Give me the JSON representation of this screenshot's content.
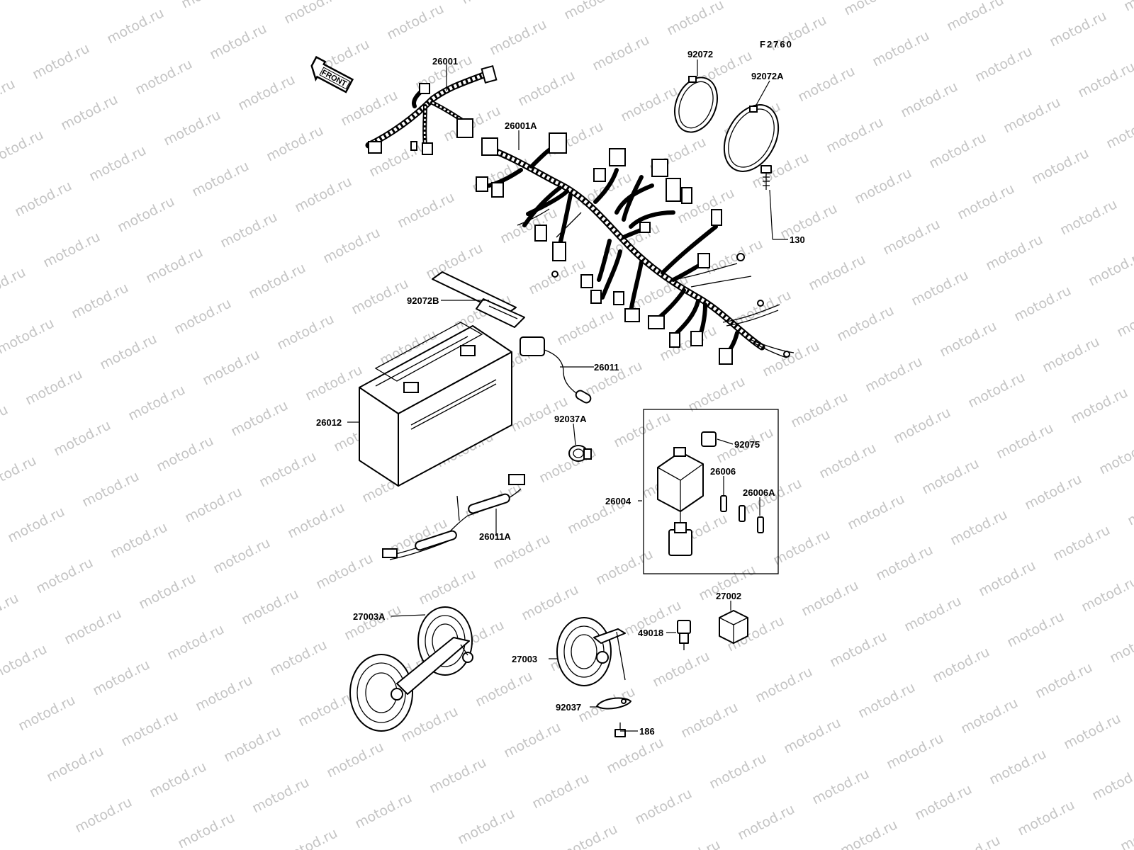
{
  "figure_code": "F2760",
  "front_marker": "FRONT",
  "watermark": "motod.ru",
  "parts": [
    {
      "id": "wiring-harness-front",
      "number": "26001"
    },
    {
      "id": "wiring-harness-main",
      "number": "26001A"
    },
    {
      "id": "band-small",
      "number": "92072"
    },
    {
      "id": "band-large",
      "number": "92072A"
    },
    {
      "id": "bolt-harness",
      "number": "130"
    },
    {
      "id": "battery-strap",
      "number": "92072B"
    },
    {
      "id": "battery-lead",
      "number": "26011"
    },
    {
      "id": "battery",
      "number": "26012"
    },
    {
      "id": "clamp",
      "number": "92037A"
    },
    {
      "id": "battery-lead-sub",
      "number": "26011A"
    },
    {
      "id": "rubber-cap",
      "number": "92075"
    },
    {
      "id": "fuse-box",
      "number": "26004"
    },
    {
      "id": "fuse",
      "number": "26006"
    },
    {
      "id": "fuse-spare",
      "number": "26006A"
    },
    {
      "id": "relay",
      "number": "27002"
    },
    {
      "id": "horn-pair",
      "number": "27003A"
    },
    {
      "id": "diode",
      "number": "49018"
    },
    {
      "id": "horn",
      "number": "27003"
    },
    {
      "id": "clamp-horn",
      "number": "92037"
    },
    {
      "id": "bolt-horn",
      "number": "186"
    }
  ]
}
